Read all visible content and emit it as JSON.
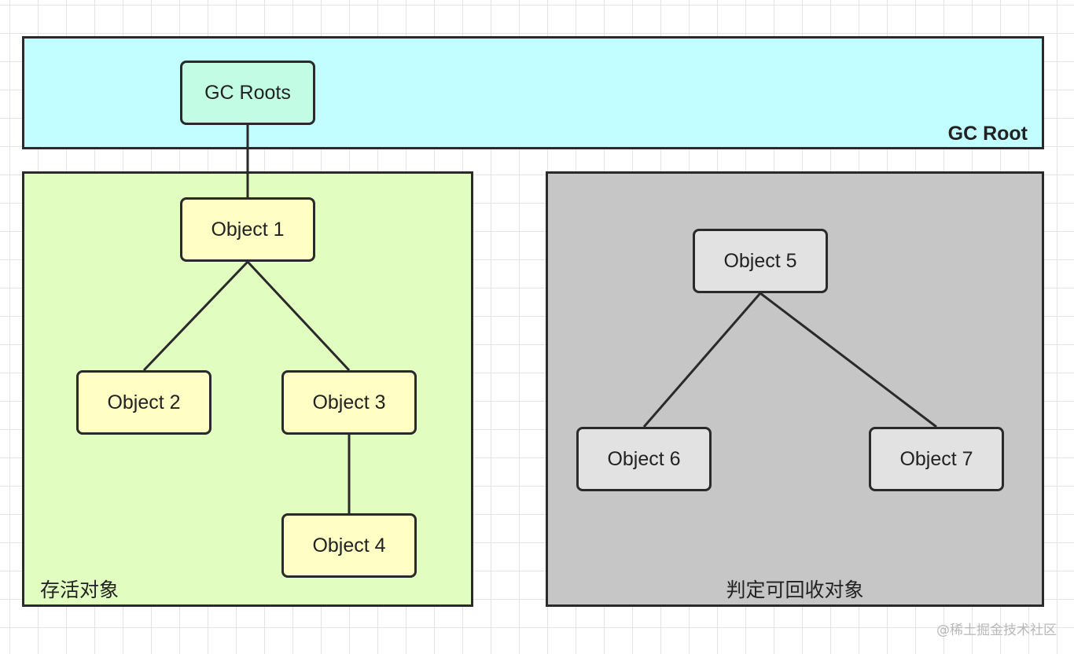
{
  "regions": {
    "gc_root": {
      "label": "GC Root"
    },
    "alive": {
      "label": "存活对象"
    },
    "collectable": {
      "label": "判定可回收对象"
    }
  },
  "nodes": {
    "gc_roots": "GC Roots",
    "object_1": "Object 1",
    "object_2": "Object 2",
    "object_3": "Object 3",
    "object_4": "Object 4",
    "object_5": "Object 5",
    "object_6": "Object 6",
    "object_7": "Object 7"
  },
  "edges": [
    {
      "from": "gc_roots",
      "to": "object_1"
    },
    {
      "from": "object_1",
      "to": "object_2"
    },
    {
      "from": "object_1",
      "to": "object_3"
    },
    {
      "from": "object_3",
      "to": "object_4"
    },
    {
      "from": "object_5",
      "to": "object_6"
    },
    {
      "from": "object_5",
      "to": "object_7"
    }
  ],
  "colors": {
    "gc_root_region": "#c2fdff",
    "alive_region": "#e2fdc0",
    "collectable_region": "#c6c6c6",
    "root_node": "#c3fce4",
    "alive_node": "#fefec5",
    "dead_node": "#e2e2e2"
  },
  "watermark": "@稀土掘金技术社区"
}
